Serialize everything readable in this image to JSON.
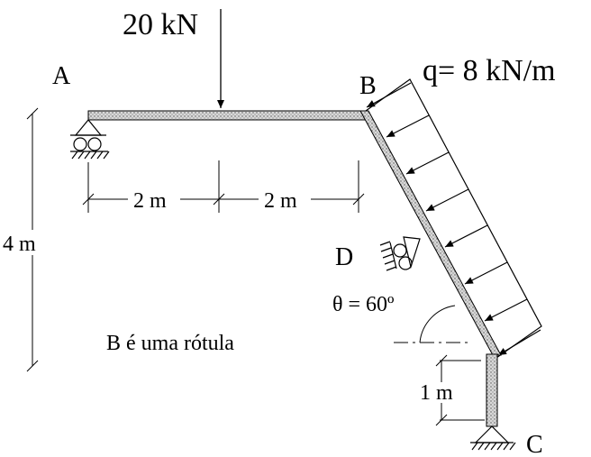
{
  "labels": {
    "load_point": "20 kN",
    "load_dist": "q= 8 kN/m",
    "node_a": "A",
    "node_b": "B",
    "node_c": "C",
    "node_d": "D",
    "dim_ab_left": "2 m",
    "dim_ab_right": "2 m",
    "dim_height": "4 m",
    "dim_bottom": "1 m",
    "angle": "θ = 60º",
    "note": "B é uma rótula"
  }
}
